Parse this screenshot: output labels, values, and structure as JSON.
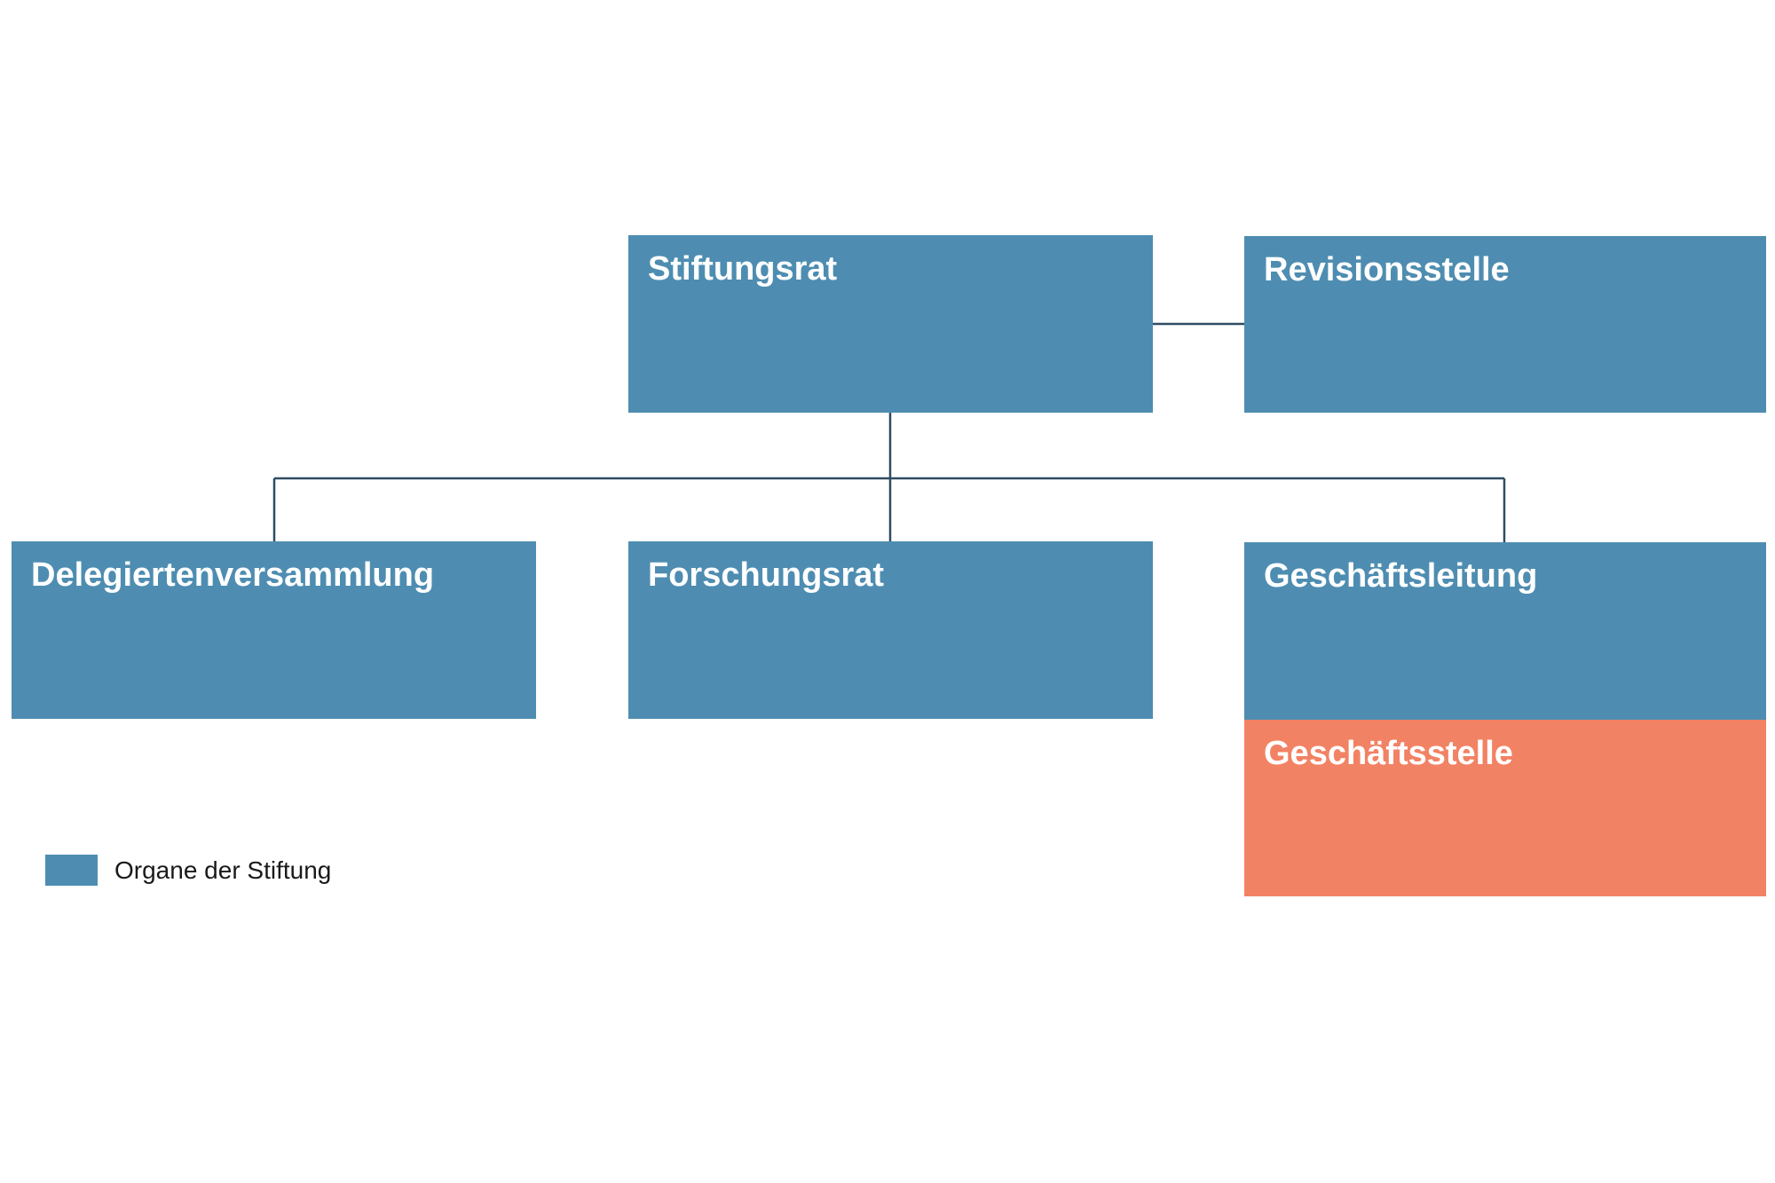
{
  "diagram": {
    "nodes": {
      "stiftungsrat": "Stiftungsrat",
      "revisionsstelle": "Revisionsstelle",
      "delegiertenversammlung": "Delegiertenversammlung",
      "forschungsrat": "Forschungsrat",
      "geschaeftsleitung": "Geschäftsleitung",
      "geschaeftsstelle": "Geschäftsstelle"
    },
    "edges": [
      [
        "stiftungsrat",
        "revisionsstelle"
      ],
      [
        "stiftungsrat",
        "delegiertenversammlung"
      ],
      [
        "stiftungsrat",
        "forschungsrat"
      ],
      [
        "stiftungsrat",
        "geschaeftsleitung"
      ]
    ]
  },
  "legend": {
    "label": "Organe der Stiftung"
  },
  "colors": {
    "organ": "#4e8db1",
    "office": "#f28264",
    "connector": "#2f4d63"
  }
}
